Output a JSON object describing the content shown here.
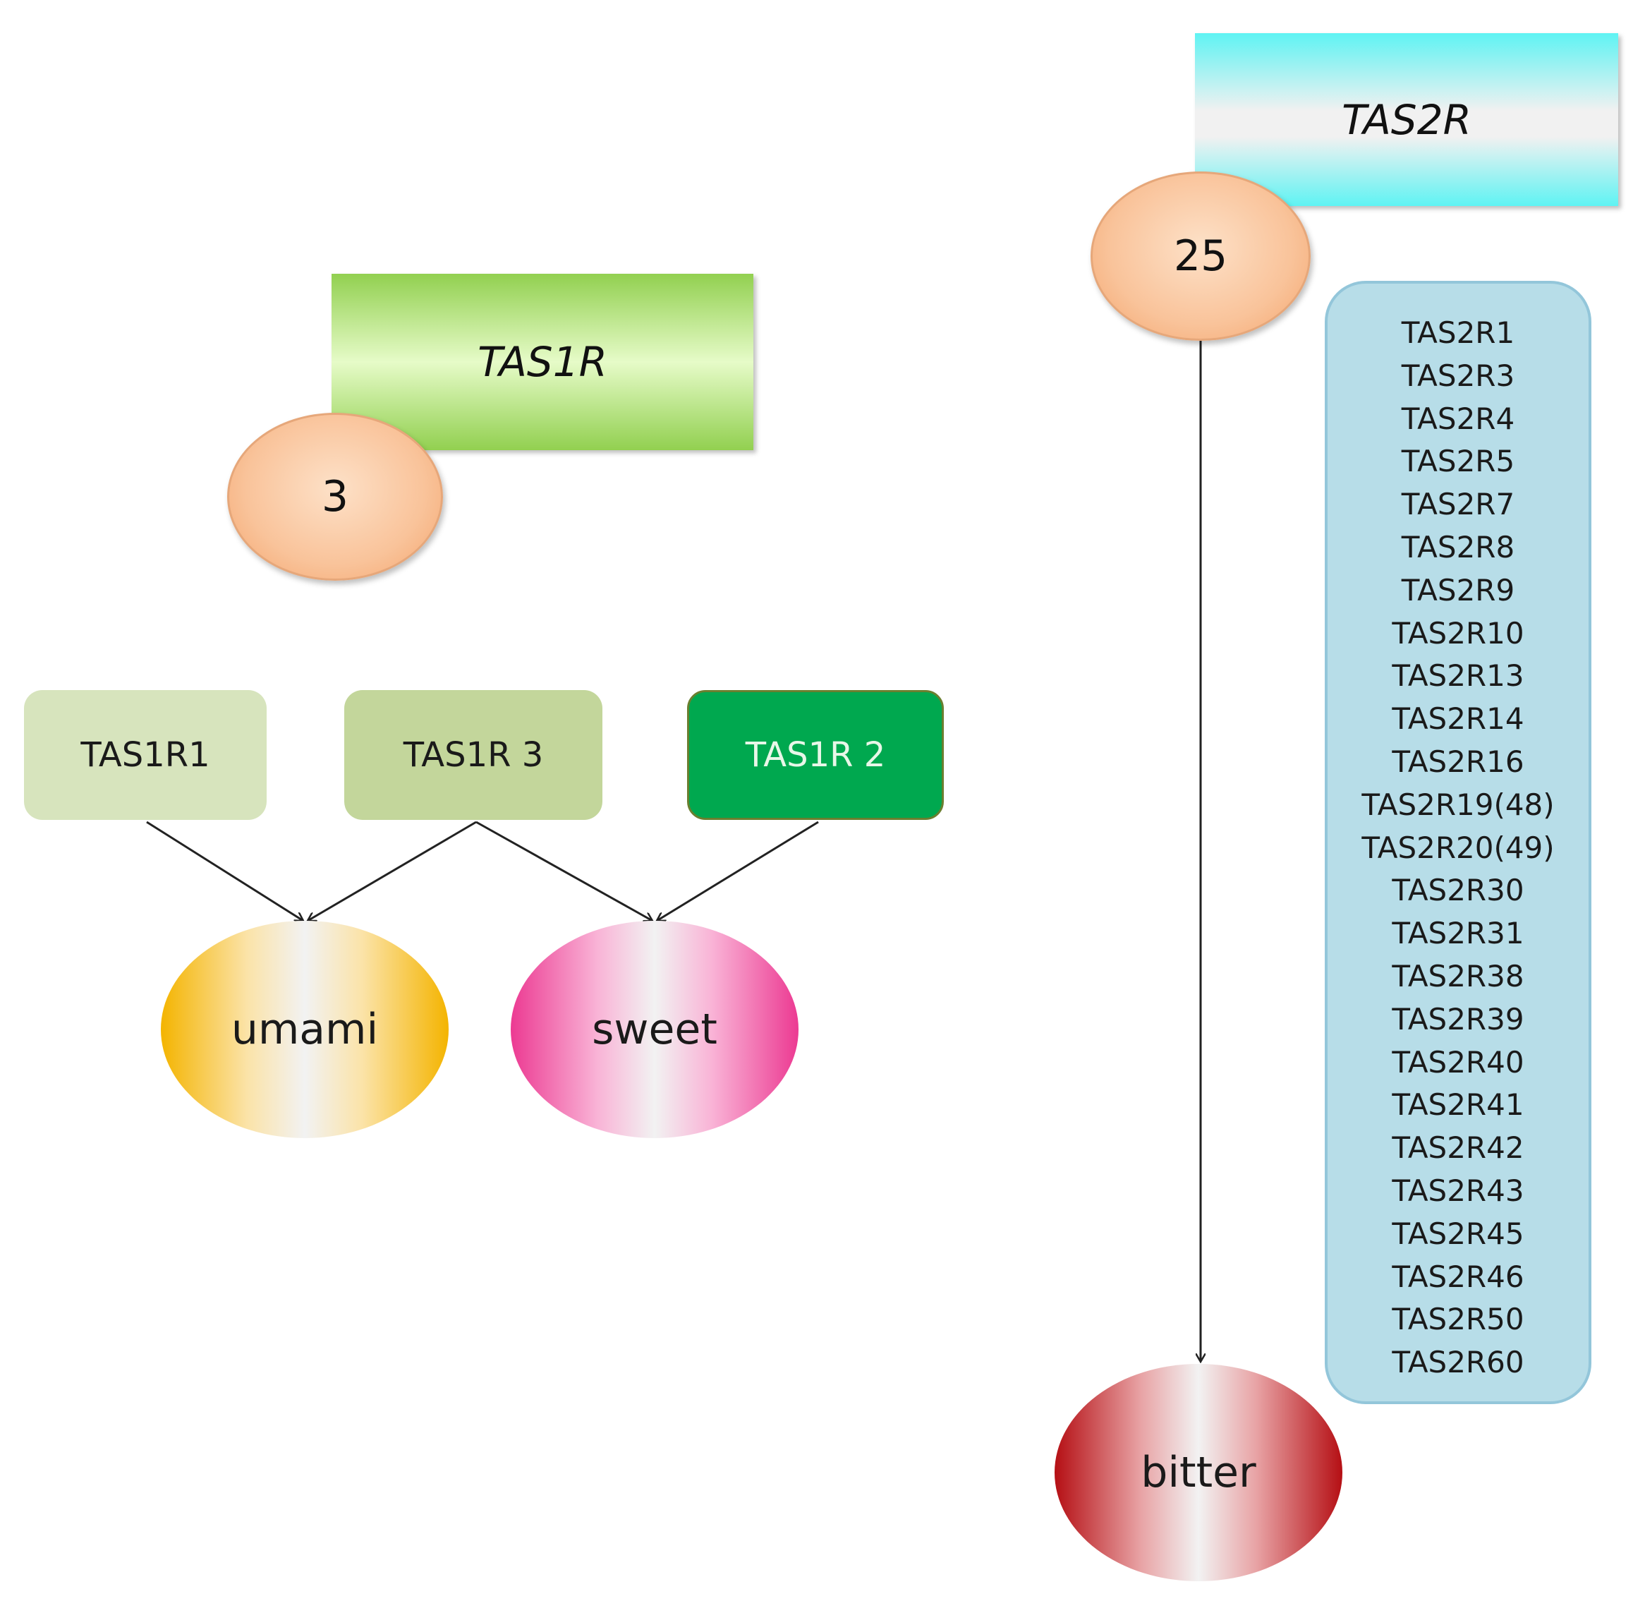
{
  "tas1r": {
    "family_label": "TAS1R",
    "count": "3",
    "subunits": [
      "TAS1R1",
      "TAS1R 3",
      "TAS1R 2"
    ],
    "tastes": {
      "umami": "umami",
      "sweet": "sweet"
    }
  },
  "tas2r": {
    "family_label": "TAS2R",
    "count": "25",
    "members": [
      "TAS2R1",
      "TAS2R3",
      "TAS2R4",
      "TAS2R5",
      "TAS2R7",
      "TAS2R8",
      "TAS2R9",
      "TAS2R10",
      "TAS2R13",
      "TAS2R14",
      "TAS2R16",
      "TAS2R19(48)",
      "TAS2R20(49)",
      "TAS2R30",
      "TAS2R31",
      "TAS2R38",
      "TAS2R39",
      "TAS2R40",
      "TAS2R41",
      "TAS2R42",
      "TAS2R43",
      "TAS2R45",
      "TAS2R46",
      "TAS2R50",
      "TAS2R60"
    ],
    "taste": "bitter"
  },
  "colors": {
    "tas1r_bar": "#92d050",
    "tas2r_bar": "#5ff3f3",
    "count_bubble": "#f9c39a",
    "tas1r1_box": "#d7e4bd",
    "tas1r3_box": "#c3d69b",
    "tas1r2_box": "#00a84f",
    "umami": "#f4b400",
    "sweet": "#ec3a92",
    "bitter": "#b50f14",
    "member_list": "#b7dde8"
  }
}
